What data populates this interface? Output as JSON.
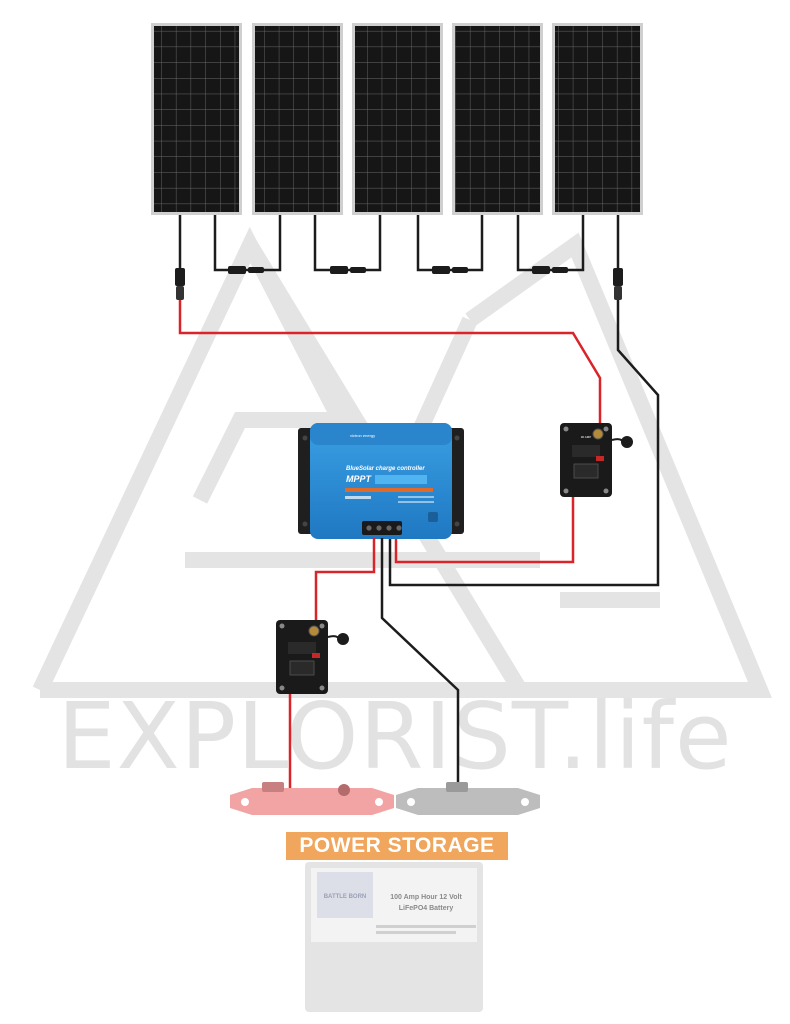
{
  "watermark": {
    "text": "EXPLORIST.life"
  },
  "charge_controller": {
    "brand": "victron energy",
    "title": "BlueSolar charge controller",
    "type_label": "MPPT"
  },
  "power_storage_label": "POWER STORAGE",
  "battery": {
    "logo_text": "BATTLE BORN",
    "label_line1": "100 Amp Hour 12 Volt",
    "label_line2": "LiFePO4 Battery"
  },
  "colors": {
    "positive_wire": "#d9252a",
    "negative_wire": "#1c1c1c",
    "controller_blue": "#2a8fd6",
    "label_orange": "#f0a65c",
    "watermark_grey": "#e2e2e2"
  },
  "components": {
    "panel_count": 5,
    "breaker_count": 2
  }
}
